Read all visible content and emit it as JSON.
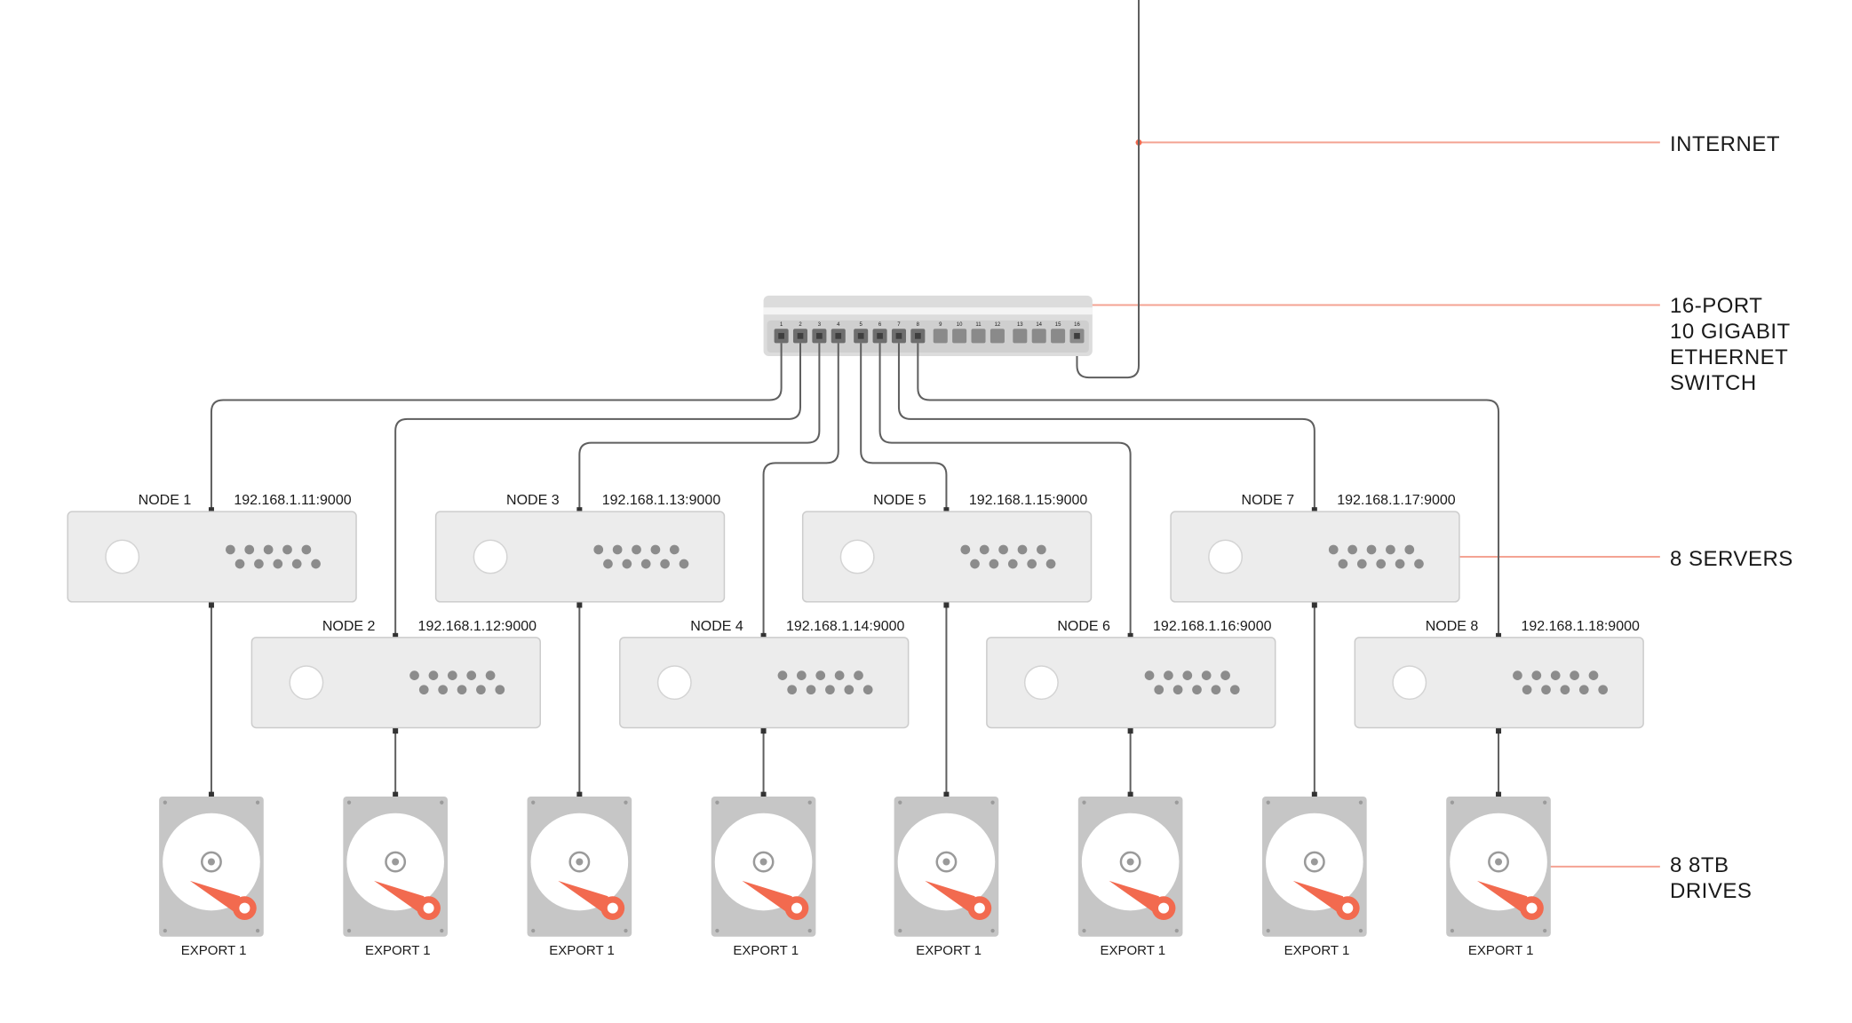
{
  "side_labels": {
    "internet": [
      "INTERNET"
    ],
    "switch": [
      "16-PORT",
      "10 GIGABIT",
      "ETHERNET",
      "SWITCH"
    ],
    "servers": [
      "8 SERVERS"
    ],
    "drives": [
      "8 8TB",
      "DRIVES"
    ]
  },
  "switch": {
    "port_numbers": [
      "1",
      "2",
      "3",
      "4",
      "5",
      "6",
      "7",
      "8",
      "9",
      "10",
      "11",
      "12",
      "13",
      "14",
      "15",
      "16"
    ],
    "active_ports": 8
  },
  "nodes": [
    {
      "name": "NODE 1",
      "address": "192.168.1.11:9000"
    },
    {
      "name": "NODE 2",
      "address": "192.168.1.12:9000"
    },
    {
      "name": "NODE 3",
      "address": "192.168.1.13:9000"
    },
    {
      "name": "NODE 4",
      "address": "192.168.1.14:9000"
    },
    {
      "name": "NODE 5",
      "address": "192.168.1.15:9000"
    },
    {
      "name": "NODE 6",
      "address": "192.168.1.16:9000"
    },
    {
      "name": "NODE 7",
      "address": "192.168.1.17:9000"
    },
    {
      "name": "NODE 8",
      "address": "192.168.1.18:9000"
    }
  ],
  "drives": [
    {
      "label": "EXPORT 1"
    },
    {
      "label": "EXPORT 1"
    },
    {
      "label": "EXPORT 1"
    },
    {
      "label": "EXPORT 1"
    },
    {
      "label": "EXPORT 1"
    },
    {
      "label": "EXPORT 1"
    },
    {
      "label": "EXPORT 1"
    },
    {
      "label": "EXPORT 1"
    }
  ],
  "colors": {
    "line": "#5f5f5f",
    "accent": "#f26a4f",
    "leader": "#f4a393",
    "box_fill": "#ececec",
    "box_stroke": "#cccccc",
    "dot": "#8c8c8c",
    "drive_body": "#c6c6c6",
    "switch_body": "#dcdcdc",
    "port": "#8a8a8a"
  }
}
